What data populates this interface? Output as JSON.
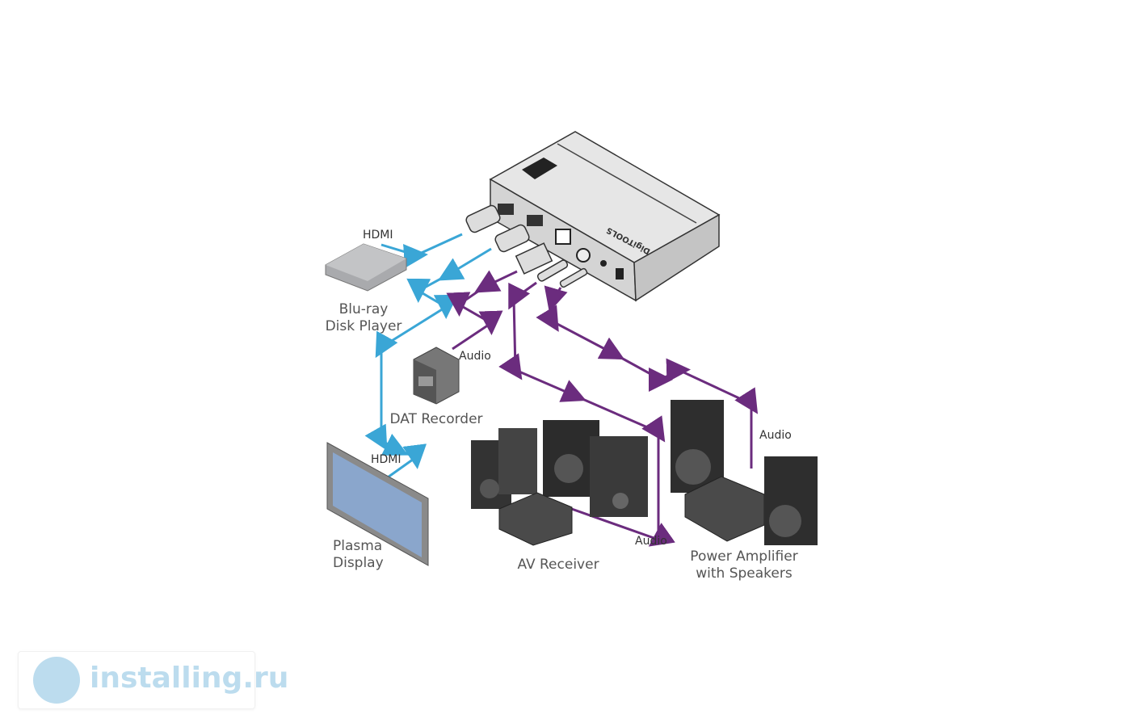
{
  "device": {
    "brand_text": "DigiTOOLS"
  },
  "labels": {
    "bluray": [
      "Blu-ray",
      "Disk Player"
    ],
    "dat": "DAT Recorder",
    "plasma": [
      "Plasma",
      "Display"
    ],
    "av_receiver": "AV Receiver",
    "power_amp": [
      "Power Amplifier",
      "with Speakers"
    ]
  },
  "cable_labels": {
    "hdmi_in": "HDMI",
    "hdmi_out": "HDMI",
    "audio_dat": "Audio",
    "audio_av": "Audio",
    "audio_amp": "Audio"
  },
  "colors": {
    "hdmi_cable": "#3aa6d6",
    "audio_cable": "#6b2c7e",
    "device": "#d9d9d9"
  },
  "watermark": {
    "text": "installing.ru"
  }
}
